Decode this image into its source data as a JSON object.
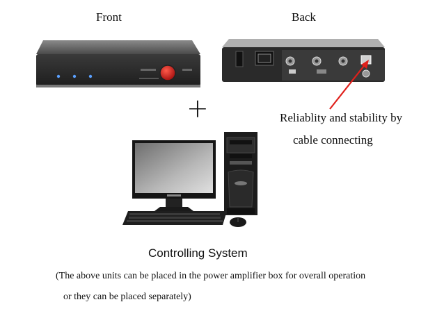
{
  "labels": {
    "front": "Front",
    "back": "Back",
    "plus": "+",
    "callout_line1": "Reliablity and stability by",
    "callout_line2": "cable connecting",
    "system": "Controlling System",
    "note_line1": "(The above units can be placed in the power amplifier box for overall operation",
    "note_line2": "or they can be placed separately)"
  },
  "colors": {
    "arrow": "#e0201b",
    "button": "#c81414",
    "device_body": "#2b2b2b"
  }
}
